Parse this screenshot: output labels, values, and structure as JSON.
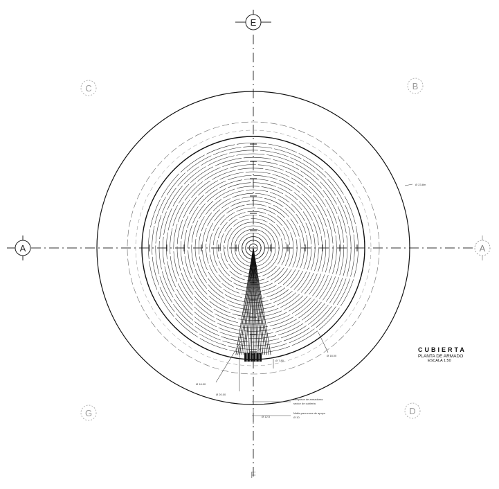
{
  "axes": {
    "top": "E",
    "left": "A",
    "right": "A",
    "upper_left": "C",
    "upper_right": "B",
    "lower_left": "G",
    "lower_right": "D",
    "bottom": "F"
  },
  "title_block": {
    "title": "CUBIERTA",
    "subtitle": "PLANTA DE ARMADO",
    "scale": "ESCALA 1:50"
  },
  "annotations": {
    "outer_ring_label": "Ø 23.8m",
    "right_note": "Ø 18.00",
    "center_note": "Ø 7.80",
    "left_note_1": "Ø 16.00",
    "left_note_2": "Ø 20.00",
    "legend_line_1": "Despiece de armaduras",
    "legend_line_2": "sector de cubierta",
    "legend_line_3": "Malla para zona de apoyo",
    "legend_line_4": "Ø 10",
    "bottom_note": "Ø 12.5"
  }
}
